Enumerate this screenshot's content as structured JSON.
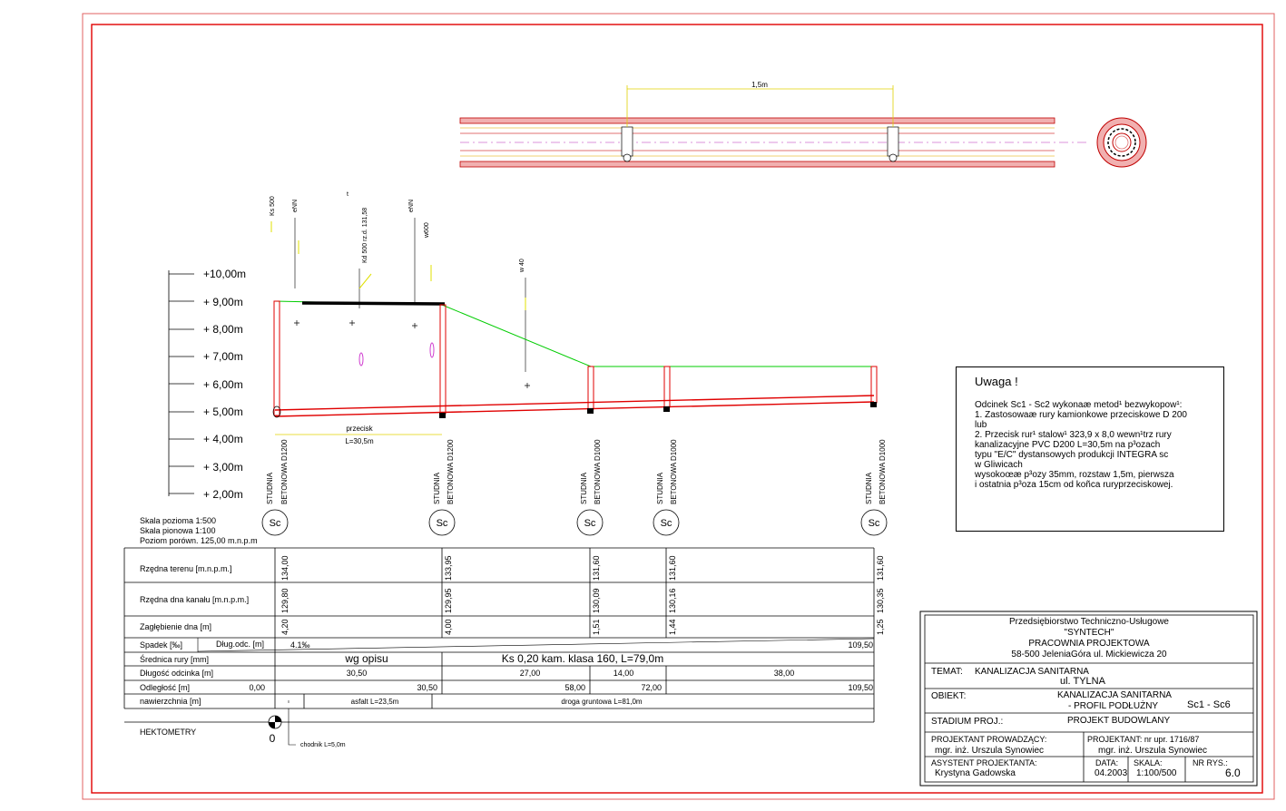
{
  "top_view": {
    "dim_label": "1,5m"
  },
  "scale": {
    "levels": [
      "+10,00m",
      "+ 9,00m",
      "+ 8,00m",
      "+ 7,00m",
      "+ 6,00m",
      "+ 5,00m",
      "+ 4,00m",
      "+ 3,00m",
      "+ 2,00m"
    ]
  },
  "top_labels": [
    "Ks 500",
    "eNN",
    "Kd 500 rz.d. 131,58",
    "eNN",
    "w600",
    "w 40"
  ],
  "top_tick": "t",
  "crossing": {
    "label": "przecisk",
    "length": "L=30,5m"
  },
  "wells": [
    {
      "type": "STUDNIA",
      "desc": "BETONOWA D1200",
      "symbol": "Sc"
    },
    {
      "type": "STUDNIA",
      "desc": "BETONOWA D1200",
      "symbol": "Sc"
    },
    {
      "type": "STUDNIA",
      "desc": "BETONOWA D1000",
      "symbol": "Sc"
    },
    {
      "type": "STUDNIA",
      "desc": "BETONOWA D1000",
      "symbol": "Sc"
    },
    {
      "type": "STUDNIA",
      "desc": "BETONOWA D1000",
      "symbol": "Sc"
    }
  ],
  "scale_info": {
    "horizontal": "Skala pozioma 1:500",
    "vertical": "Skala pionowa 1:100",
    "reference": "Poziom porówn.  125,00 m.n.p.m"
  },
  "table": {
    "row_labels": {
      "terrain": "Rzędna terenu  [m.n.p.m.]",
      "invert": "Rzędna dna kanału [m.n.p.m.]",
      "depth": "Zagłębienie dna  [m]",
      "slope": "Spadek  [‰]",
      "seg_len_hdr": "Dług.odc.  [m]",
      "diameter": "Średnica rury  [mm]",
      "length": "Długość odcinka  [m]",
      "distance": "Odległość  [m]",
      "surface": "nawierzchnia [m]"
    },
    "terrain": [
      "134,00",
      "133,95",
      "131,60",
      "131,60",
      "131,60"
    ],
    "invert": [
      "129,80",
      "129,95",
      "130,09",
      "130,16",
      "130,35"
    ],
    "depth": [
      "4,20",
      "4,00",
      "1,51",
      "1,44",
      "1,25"
    ],
    "slope_value": "4.1‰",
    "slope_length": "109,50",
    "diameter_a": "wg opisu",
    "diameter_b": "Ks 0,20 kam. klasa 160, L=79,0m",
    "lengths": [
      "30,50",
      "27,00",
      "14,00",
      "38,00"
    ],
    "distances": [
      "0,00",
      "30,50",
      "58,00",
      "72,00",
      "109,50"
    ],
    "surface_a": "asfalt L=23,5m",
    "surface_b": "droga gruntowa L=81,0m"
  },
  "hektometry": {
    "label": "HEKTOMETRY",
    "value": "0",
    "sidewalk": "chodnik L=5,0m"
  },
  "note": {
    "title": "Uwaga !",
    "lines": [
      "Odcinek Sc1 - Sc2 wykonaæ metod¹ bezwykopow¹:",
      "1.  Zastosowaæ rury kamionkowe przeciskowe D 200",
      "  lub",
      "2.  Przecisk rur¹ stalow¹ 323,9 x 8,0 wewn¹trz rury",
      "     kanalizacyjne PVC D200 L=30,5m na p³ozach",
      "     typu \"E/C\" dystansowych produkcji INTEGRA sc",
      "     w Gliwicach",
      "     wysokoœæ p³ozy 35mm, rozstaw 1,5m, pierwsza",
      "     i ostatnia p³oza 15cm od koñca ruryprzeciskowej."
    ]
  },
  "title_block": {
    "company": "Przedsiębiorstwo Techniczno-Usługowe",
    "company_name": "\"SYNTECH\"",
    "office": "PRACOWNIA PROJEKTOWA",
    "address": "58-500 JeleniaGóra ul. Mickiewicza 20",
    "topic_label": "TEMAT:",
    "topic_value": "KANALIZACJA  SANITARNA",
    "topic_street": "ul. TYLNA",
    "object_label": "OBIEKT:",
    "object_value1": "KANALIZACJA SANITARNA",
    "object_value2": "- PROFIL PODŁUŻNY",
    "object_code": "Sc1 - Sc6",
    "stage_label": "STADIUM PROJ.:",
    "stage_value": "PROJEKT BUDOWLANY",
    "lead_label": "PROJEKTANT PROWADZĄCY:",
    "lead_name": "mgr. inż. Urszula Synowiec",
    "designer_label": "PROJEKTANT:  nr upr. 1716/87",
    "designer_name": "mgr. inż. Urszula Synowiec",
    "assistant_label": "ASYSTENT PROJEKTANTA:",
    "assistant_name": "Krystyna Gadowska",
    "date_label": "DATA:",
    "date_value": "04.2003",
    "scale_label": "SKALA:",
    "scale_value": "1:100/500",
    "sheet_label": "NR RYS.:",
    "sheet_value": "6.0"
  }
}
